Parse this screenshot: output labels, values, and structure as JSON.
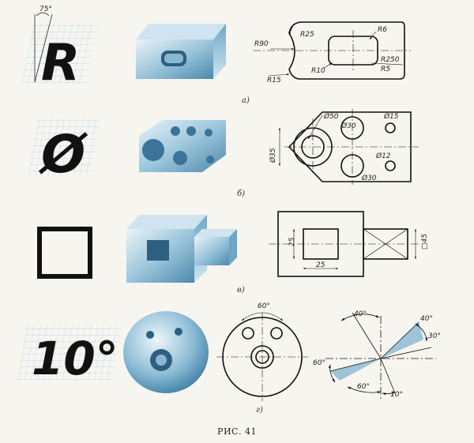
{
  "caption": "РИС. 41",
  "rows": [
    {
      "label": "а)",
      "symbol": "R",
      "angle_label": "75°",
      "dims": [
        "R25",
        "R6",
        "R90",
        "R10",
        "R250",
        "R5",
        "R15"
      ]
    },
    {
      "label": "б)",
      "symbol": "Ø",
      "dims": [
        "Ø50",
        "Ø30",
        "Ø15",
        "Ø35",
        "Ø12",
        "Ø30"
      ]
    },
    {
      "label": "в)",
      "symbol": "□",
      "dims": [
        "25",
        "25",
        "□45"
      ]
    },
    {
      "label": "г)",
      "symbol": "10°",
      "dims": [
        "60°",
        "40°",
        "60°",
        "40°",
        "30°",
        "60°",
        "10°"
      ]
    }
  ],
  "colors": {
    "grid": "#8cc4e8",
    "line": "#111111",
    "solid": "#7fb2cf"
  }
}
